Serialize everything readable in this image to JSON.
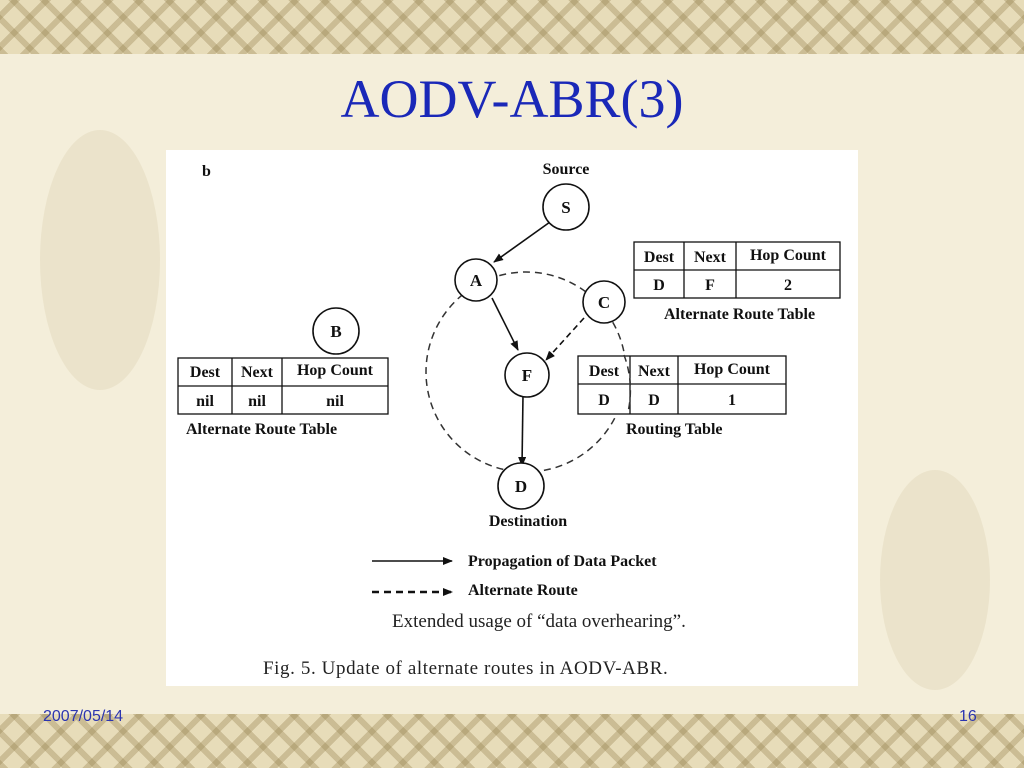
{
  "slide": {
    "title": "AODV-ABR(3)",
    "date": "2007/05/14",
    "page_number": "16"
  },
  "figure": {
    "panel_label": "b",
    "source_label": "Source",
    "destination_label": "Destination",
    "nodes": {
      "S": "S",
      "A": "A",
      "B": "B",
      "C": "C",
      "F": "F",
      "D": "D"
    },
    "table_headers": {
      "dest": "Dest",
      "next": "Next",
      "hop": "Hop Count"
    },
    "table_b": {
      "caption": "Alternate Route Table",
      "row": [
        "nil",
        "nil",
        "nil"
      ]
    },
    "table_c": {
      "caption": "Alternate Route Table",
      "row": [
        "D",
        "F",
        "2"
      ]
    },
    "table_f": {
      "caption": "Routing Table",
      "row": [
        "D",
        "D",
        "1"
      ]
    },
    "legend": {
      "solid": "Propagation of Data Packet",
      "dashed": "Alternate Route"
    },
    "note": "Extended usage of “data overhearing”.",
    "caption": "Fig. 5.  Update of alternate routes in AODV-ABR."
  }
}
